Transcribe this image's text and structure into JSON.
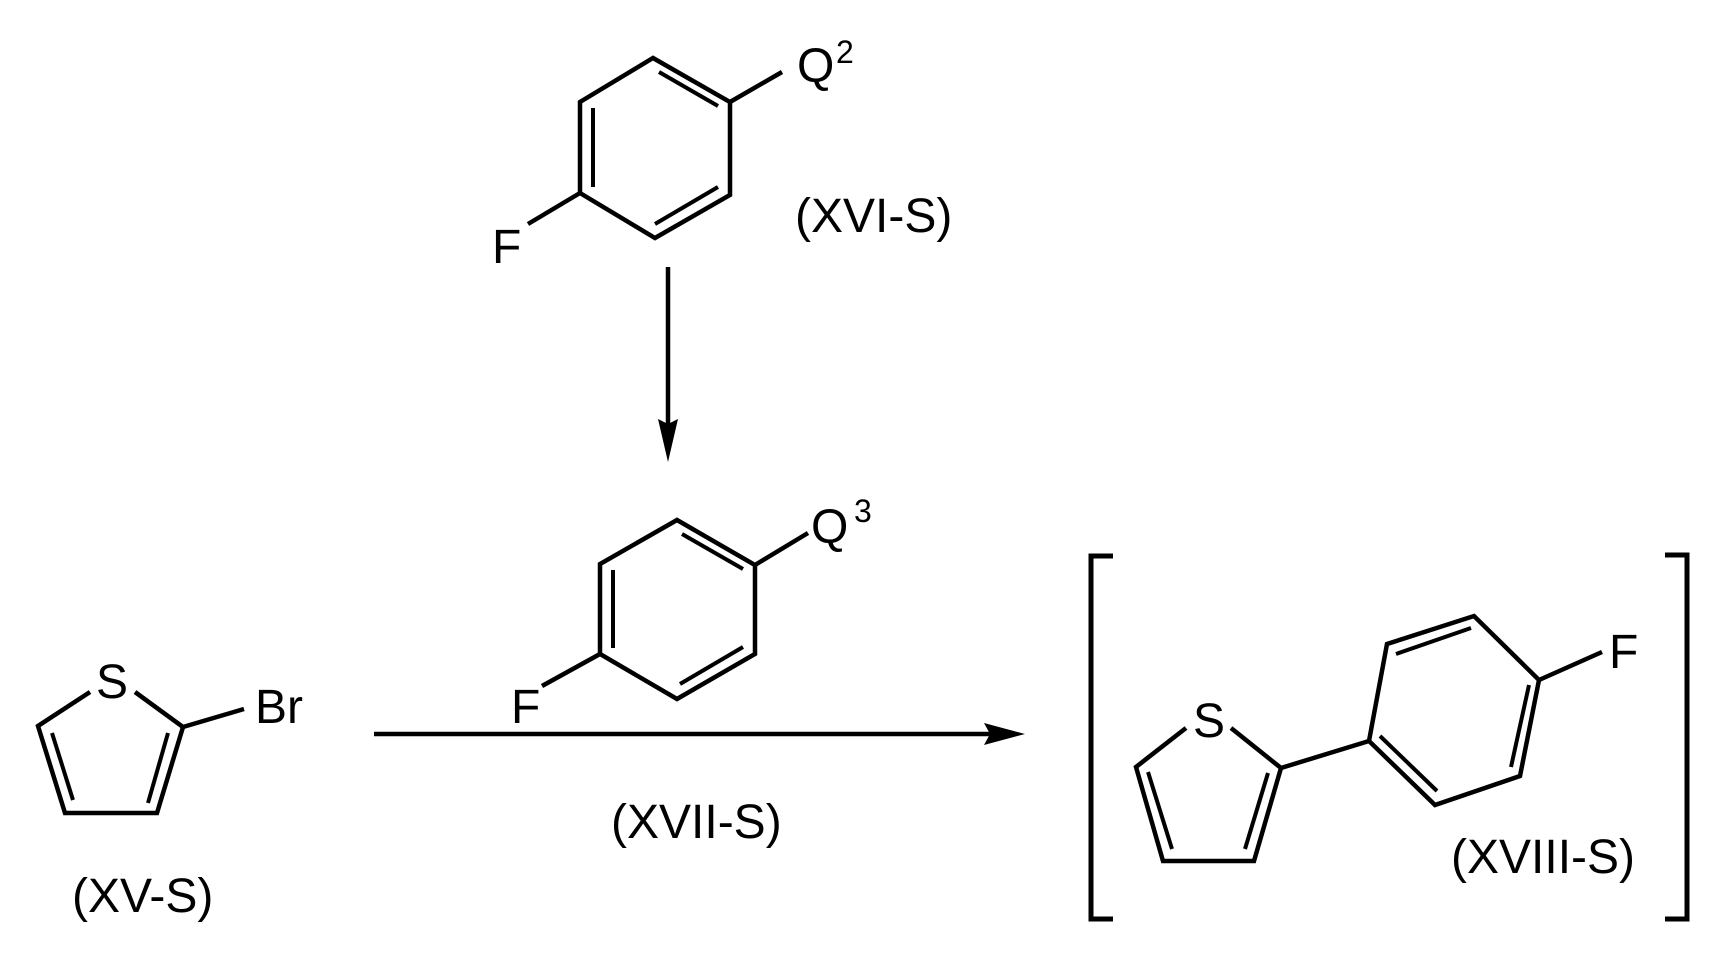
{
  "scheme": {
    "type": "reaction-scheme",
    "colors": {
      "ink": "#000000",
      "background": "#ffffff"
    },
    "compounds": {
      "xvi": {
        "label": "(XVI-S)",
        "substituent_main": "Q",
        "substituent_sup": "2",
        "halogen": "F",
        "description": "4-fluorophenyl-Q2"
      },
      "xvii": {
        "label": "(XVII-S)",
        "substituent_main": "Q",
        "substituent_sup": "3",
        "halogen": "F",
        "description": "4-fluorophenyl-Q3"
      },
      "xv": {
        "label": "(XV-S)",
        "heteroatom": "S",
        "halogen": "Br",
        "description": "2-bromothiophene"
      },
      "xviii": {
        "label": "(XVIII-S)",
        "heteroatom": "S",
        "halogen": "F",
        "description": "2-(4-fluorophenyl)thiophene (bracketed intermediate)"
      }
    },
    "arrows": [
      {
        "id": "xvi-to-xvii",
        "direction": "down"
      },
      {
        "id": "xv-to-xviii",
        "direction": "right",
        "reagent": "(XVII-S)"
      }
    ]
  }
}
